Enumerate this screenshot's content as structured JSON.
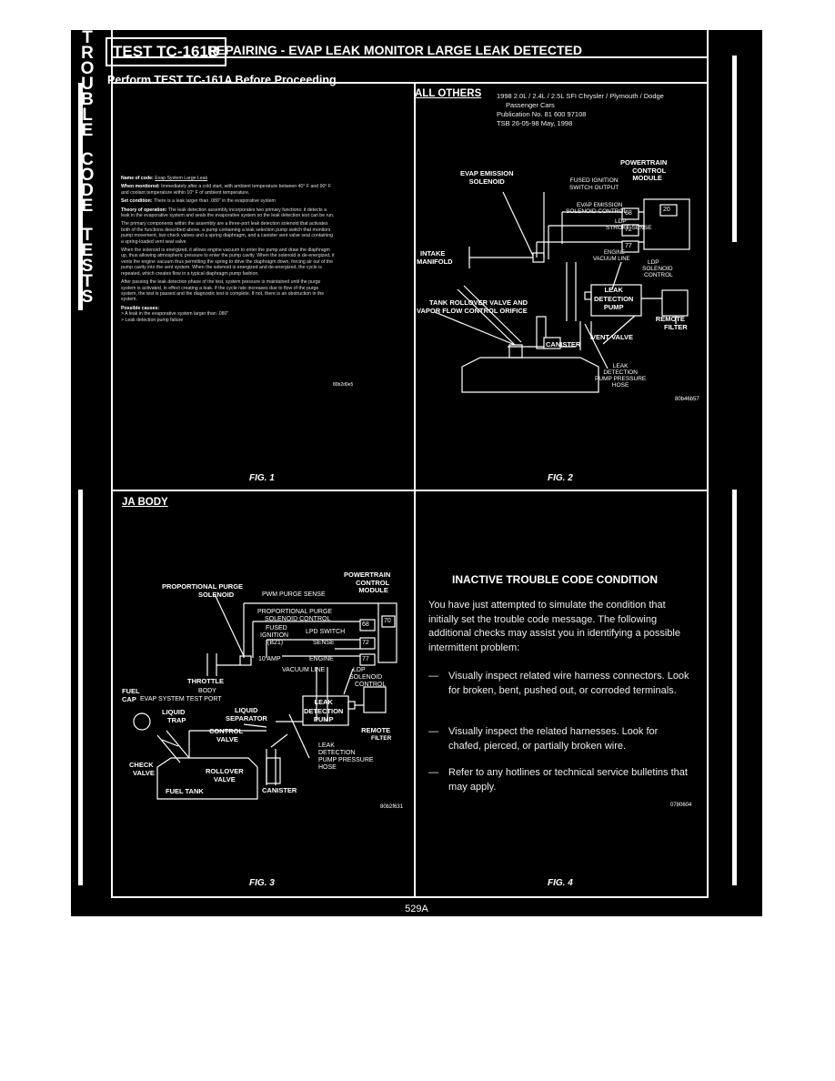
{
  "side_letters": [
    "T",
    "R",
    "O",
    "U",
    "B",
    "L",
    "E",
    "",
    "C",
    "O",
    "D",
    "E",
    "",
    "T",
    "E",
    "S",
    "T",
    "S"
  ],
  "header": {
    "test_id": "TEST TC-161B",
    "title": "REPAIRING - EVAP LEAK MONITOR LARGE LEAK DETECTED",
    "subtitle": "Perform TEST TC-161A Before Proceeding"
  },
  "fig1": {
    "name_label": "Name of code:",
    "name_value": "Evap System Large Leak",
    "monitored_label": "When monitored:",
    "monitored_value": "Immediately after a cold start, with ambient temperature between 40° F and 90° F and coolant temperature within 10° F of ambient temperature.",
    "set_label": "Set condition:",
    "set_value": "There is a leak larger than .080\" in the evaporative system",
    "theory_label": "Theory of operation:",
    "theory_p1": "The leak detection assembly incorporates two primary functions: it detects a leak in the evaporative system and seals the evaporative system so the leak detection test can be run.",
    "theory_p2": "The primary components within the assembly are a three-port leak detection solenoid that activates both of the functions described above, a pump containing a leak selection pump switch that monitors pump movement, two check valves and a spring diaphragm, and a canister vent valve seal containing a spring-loaded vent seal valve.",
    "theory_p3": "When the solenoid is energized, it allows engine vacuum to enter the pump and draw the diaphragm up, thus allowing atmospheric pressure to enter the pump cavity. When the solenoid is de-energized, it vents the engine vacuum thus permitting the spring to drive the diaphragm down, forcing air out of the pump cavity into the vent system. When the solenoid is energized and de-energized, the cycle is repeated, which creates flow in a typical diaphragm pump fashion.",
    "theory_p4": "After passing the leak detection phase of the test, system pressure is maintained until the purge system is activated, in effect creating a leak. If the cycle rate increases due to flow of the purge system, the test is passed and the diagnostic test is complete. If not, there is an obstruction in the system.",
    "causes_label": "Possible causes:",
    "cause1": "> A leak in the evaporative system larger than .080\"",
    "cause2": "> Leak detection pump failure",
    "code": "80b2d0e5",
    "fig_label": "FIG. 1"
  },
  "fig2": {
    "section": "ALL OTHERS",
    "pub_line1": "1998 2.0L / 2.4L / 2.5L SFI Chrysler / Plymouth / Dodge",
    "pub_line2": "Passenger Cars",
    "pub_line3": "Publication No. 81 600 97108",
    "pub_line4": "TSB 26-05-98     May, 1998",
    "powertrain": "POWERTRAIN",
    "control": "CONTROL",
    "module": "MODULE",
    "evap_emission": "EVAP EMISSION",
    "solenoid": "SOLENOID",
    "fused_ignition": "FUSED IGNITION",
    "switch_output": "SWITCH OUTPUT",
    "evap_emission2": "EVAP EMISSION",
    "solenoid_control": "SOLENOID CONTROL",
    "ldp": "LDP",
    "stroke_sense": "STROKE SENSE",
    "engine": "ENGINE",
    "vacuum_line": "VACUUM LINE",
    "intake": "INTAKE",
    "manifold": "MANIFOLD",
    "ldp2": "LDP",
    "solenoid2": "SOLENOID",
    "control2": "CONTROL",
    "tank_rollover": "TANK ROLLOVER VALVE AND",
    "vapor_flow": "VAPOR FLOW CONTROL ORIFICE",
    "leak": "LEAK",
    "detection": "DETECTION",
    "pump": "PUMP",
    "remote": "REMOTE",
    "filter": "FILTER",
    "canister": "CANISTER",
    "vent_valve": "VENT VALVE",
    "leak2": "LEAK",
    "detection2": "DETECTION",
    "pump_pressure": "PUMP PRESSURE",
    "hose": "HOSE",
    "pin68": "68",
    "pin20": "20",
    "pin72": "72",
    "pin77": "77",
    "code": "80b46b57",
    "fig_label": "FIG. 2"
  },
  "fig3": {
    "section": "JA BODY",
    "powertrain": "POWERTRAIN",
    "control": "CONTROL",
    "module": "MODULE",
    "proportional_purge": "PROPORTIONAL PURGE",
    "solenoid": "SOLENOID",
    "pwm_purge_sense": "PWM PURGE SENSE",
    "proportional_purge2": "PROPORTIONAL PURGE",
    "solenoid_control": "SOLENOID CONTROL",
    "fused": "FUSED",
    "ignition": "IGNITION",
    "b21": "(B21)",
    "ldp_switch": "LPD SWITCH",
    "sense": "SENSE",
    "amp10": "10 AMP",
    "engine": "ENGINE",
    "vacuum_line": "VACUUM LINE",
    "throttle": "THROTTLE",
    "body": "BODY",
    "fuel": "FUEL",
    "cap": "CAP",
    "evap_test_port": "EVAP SYSTEM TEST PORT",
    "ldp": "LDP",
    "solenoid2": "SOLENOID",
    "control2": "CONTROL",
    "liquid": "LIQUID",
    "trap": "TRAP",
    "liquid2": "LIQUID",
    "separator": "SEPARATOR",
    "leak": "LEAK",
    "detection": "DETECTION",
    "pump": "PUMP",
    "control_valve1": "CONTROL",
    "control_valve2": "VALVE",
    "remote": "REMOTE",
    "filter": "FILTER",
    "check": "CHECK",
    "valve": "VALVE",
    "rollover": "ROLLOVER",
    "valve2": "VALVE",
    "leak2": "LEAK",
    "detection2": "DETECTION",
    "pump_pressure": "PUMP PRESSURE",
    "hose": "HOSE",
    "fuel_tank": "FUEL TANK",
    "canister": "CANISTER",
    "pin68": "68",
    "pin70": "70",
    "pin72": "72",
    "pin77": "77",
    "code": "80b2f631",
    "fig_label": "FIG. 3"
  },
  "fig4": {
    "title": "INACTIVE TROUBLE CODE CONDITION",
    "body": "You have just attempted to simulate the condition that initially set the trouble code message. The following additional checks may assist you in identifying a possible intermittent problem:",
    "bullet1": "Visually inspect related wire harness connectors. Look for broken, bent, pushed out, or corroded terminals.",
    "bullet2": "Visually inspect the related harnesses. Look for chafed, pierced, or partially broken wire.",
    "bullet3": "Refer to any hotlines or technical service bulletins that may apply.",
    "dash": "—",
    "code": "0780604",
    "fig_label": "FIG. 4"
  },
  "page_number": "529A"
}
